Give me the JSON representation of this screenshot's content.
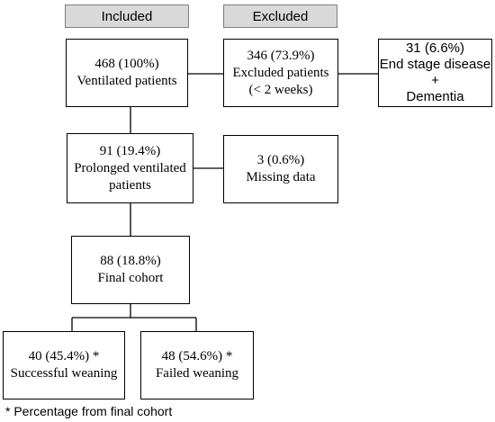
{
  "headers": {
    "included": "Included",
    "excluded": "Excluded"
  },
  "nodes": {
    "ventilated": {
      "count": "468 (100%)",
      "label": "Ventilated patients"
    },
    "excluded": {
      "count": "346 (73.9%)",
      "label_line1": "Excluded patients",
      "label_line2": "(< 2 weeks)"
    },
    "end_stage": {
      "count": "31 (6.6%)",
      "label_line1": "End stage disease +",
      "label_line2": "Dementia"
    },
    "prolonged": {
      "count": "91 (19.4%)",
      "label_line1": "Prolonged ventilated",
      "label_line2": "patients"
    },
    "missing": {
      "count": "3 (0.6%)",
      "label": "Missing data"
    },
    "final": {
      "count": "88 (18.8%)",
      "label": "Final cohort"
    },
    "success": {
      "count": "40 (45.4%) *",
      "label": "Successful weaning"
    },
    "failed": {
      "count": "48 (54.6%) *",
      "label": "Failed weaning"
    }
  },
  "footnote": "* Percentage from final cohort"
}
